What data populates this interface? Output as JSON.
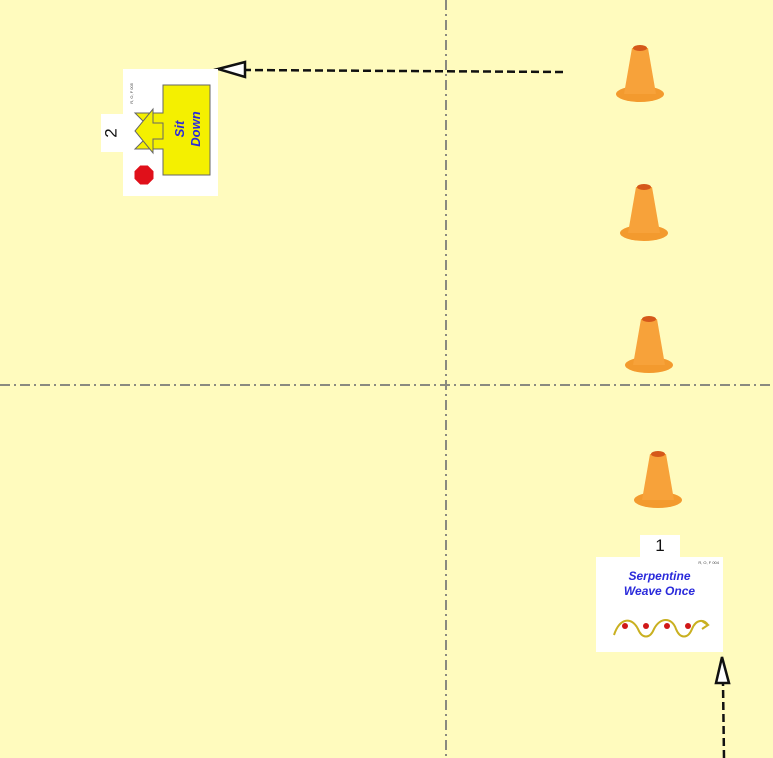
{
  "course": {
    "background_color": "#fffbbe",
    "signs": [
      {
        "number": "1",
        "title_line1": "Serpentine",
        "title_line2": "Weave Once",
        "corner_mark": "R, O, F 004"
      },
      {
        "number": "2",
        "title_line1": "Sit",
        "title_line2": "Down",
        "corner_mark": "R, O, F 005"
      }
    ],
    "cone_color": "#f7a23a",
    "cone_count": 4,
    "sign_accent_color": "#2a2adb",
    "arrow_sign_color": "#f4f000",
    "stop_color": "#e0101a"
  }
}
